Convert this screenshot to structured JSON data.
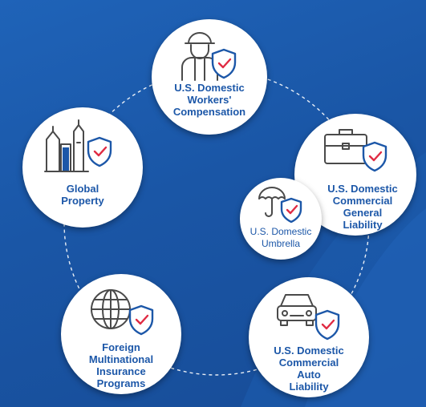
{
  "colors": {
    "background": "#1a56a6",
    "circle": "#ffffff",
    "label": "#1c57a8",
    "shield": "#1c57a8",
    "check": "#e02b43",
    "connector": "#ffffff"
  },
  "nodes": [
    {
      "id": "workers-comp",
      "icon": "construction-worker-icon",
      "lines": [
        "U.S. Domestic",
        "Workers'",
        "Compensation"
      ]
    },
    {
      "id": "general-liability",
      "icon": "briefcase-icon",
      "lines": [
        "U.S. Domestic",
        "Commercial",
        "General",
        "Liability"
      ]
    },
    {
      "id": "umbrella",
      "icon": "umbrella-icon",
      "lines": [
        "U.S. Domestic",
        "Umbrella"
      ]
    },
    {
      "id": "auto-liability",
      "icon": "car-icon",
      "lines": [
        "U.S. Domestic",
        "Commercial",
        "Auto",
        "Liability"
      ]
    },
    {
      "id": "foreign-programs",
      "icon": "globe-icon",
      "lines": [
        "Foreign",
        "Multinational",
        "Insurance",
        "Programs"
      ]
    },
    {
      "id": "global-property",
      "icon": "city-buildings-icon",
      "lines": [
        "Global",
        "Property"
      ]
    }
  ]
}
